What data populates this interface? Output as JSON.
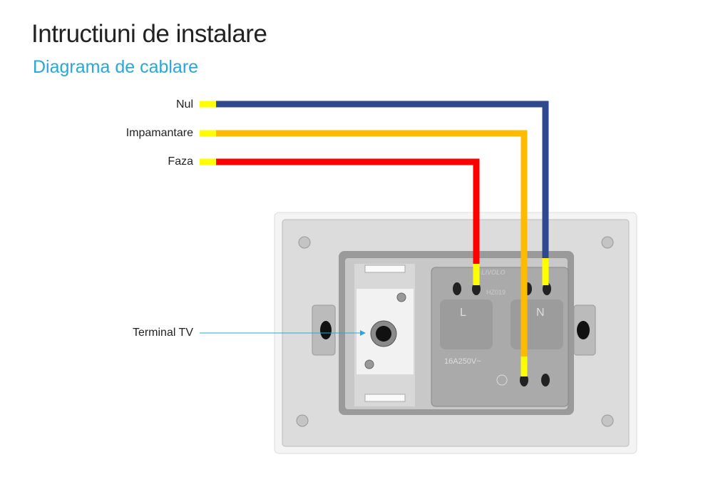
{
  "header": {
    "title": "Intructiuni de instalare",
    "subtitle": "Diagrama de cablare"
  },
  "wires": [
    {
      "label": "Nul",
      "color": "#2e4a8c",
      "terminal": "N"
    },
    {
      "label": "Impamantare",
      "color": "#ffbb00",
      "terminal": "earth"
    },
    {
      "label": "Faza",
      "color": "#ff0000",
      "terminal": "L"
    }
  ],
  "wire_tip_color": "#ffff00",
  "callout": {
    "label": "Terminal TV",
    "color": "#2aa7d4"
  },
  "socket": {
    "label_l": "L",
    "label_n": "N",
    "rating": "16A250V~",
    "model": "HZ019",
    "brand": "LIVOLO"
  }
}
